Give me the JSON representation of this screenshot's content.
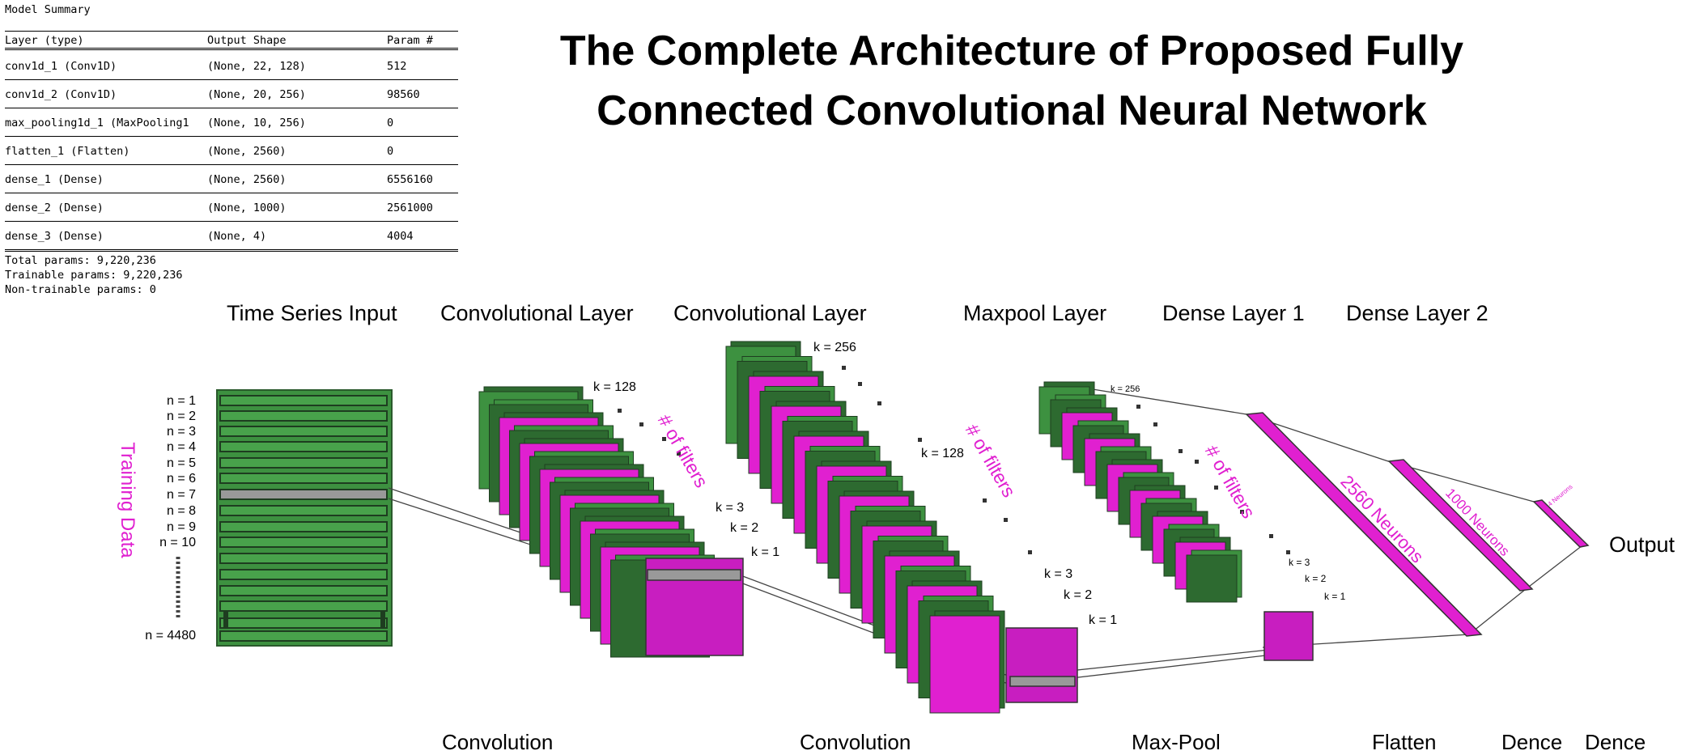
{
  "title": "The Complete Architecture of Proposed Fully Connected Convolutional Neural Network",
  "summary": {
    "heading": "Model Summary",
    "columns": [
      "Layer (type)",
      "Output Shape",
      "Param #"
    ],
    "rows": [
      {
        "layer": "conv1d_1 (Conv1D)",
        "shape": "(None, 22, 128)",
        "params": "512"
      },
      {
        "layer": "conv1d_2 (Conv1D)",
        "shape": "(None, 20, 256)",
        "params": "98560"
      },
      {
        "layer": "max_pooling1d_1 (MaxPooling1",
        "shape": "(None, 10, 256)",
        "params": "0"
      },
      {
        "layer": "flatten_1 (Flatten)",
        "shape": "(None, 2560)",
        "params": "0"
      },
      {
        "layer": "dense_1 (Dense)",
        "shape": "(None, 2560)",
        "params": "6556160"
      },
      {
        "layer": "dense_2 (Dense)",
        "shape": "(None, 1000)",
        "params": "2561000"
      },
      {
        "layer": "dense_3 (Dense)",
        "shape": "(None, 4)",
        "params": "4004"
      }
    ],
    "total": "Total params: 9,220,236",
    "trainable": "Trainable params: 9,220,236",
    "non_trainable": "Non-trainable params: 0"
  },
  "top_labels": {
    "input": "Time Series Input",
    "conv1": "Convolutional Layer",
    "conv2": "Convolutional Layer",
    "maxpool": "Maxpool Layer",
    "dense1": "Dense Layer 1",
    "dense2": "Dense Layer 2"
  },
  "bottom_labels": {
    "convolution1": "Convolution",
    "convolution2": "Convolution",
    "maxpool": "Max-Pool",
    "flatten": "Flatten",
    "dence1": "Dence",
    "dence2": "Dence"
  },
  "input": {
    "side_label": "Training Data",
    "rows": [
      "n = 1",
      "n = 2",
      "n = 3",
      "n = 4",
      "n = 5",
      "n = 6",
      "n = 7",
      "n = 8",
      "n = 9",
      "n = 10"
    ],
    "last_row": "n = 4480"
  },
  "conv1": {
    "k_top": "k = 128",
    "k3": "k = 3",
    "k2": "k = 2",
    "k1": "k = 1",
    "filters": "# of filters"
  },
  "conv2": {
    "k_top": "k = 256",
    "k_mid": "k = 128",
    "k3": "k = 3",
    "k2": "k = 2",
    "k1": "k = 1",
    "filters": "# of filters"
  },
  "maxpool": {
    "k_top": "k = 256",
    "k3": "k = 3",
    "k2": "k = 2",
    "k1": "k = 1",
    "filters": "# of filters"
  },
  "dense": {
    "layer1": "2560 Neurons",
    "layer2": "1000 Neurons",
    "layer3": "4 Neurons"
  },
  "output_label": "Output",
  "colors": {
    "green": "#3d9140",
    "dark_green": "#2d6a30",
    "magenta": "#e020d0",
    "magenta_dark": "#c010b8",
    "grey": "#999999"
  }
}
